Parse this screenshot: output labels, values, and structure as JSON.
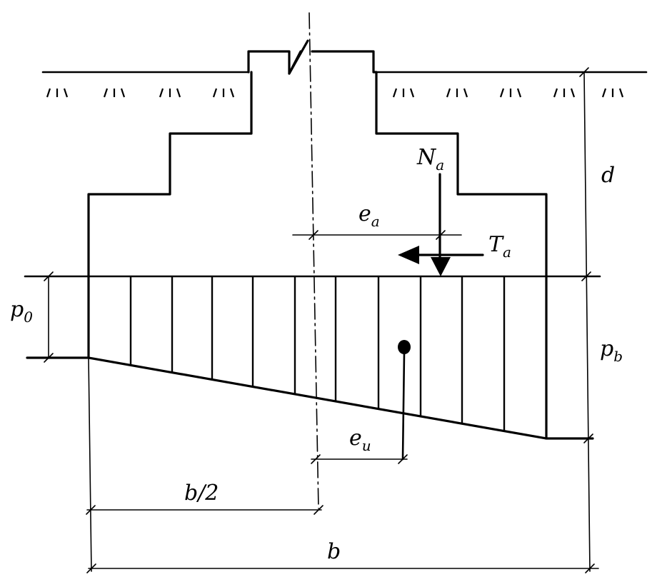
{
  "labels": {
    "N": {
      "main": "N",
      "sub": "a"
    },
    "T": {
      "main": "T",
      "sub": "a"
    },
    "e_a": {
      "main": "e",
      "sub": "a"
    },
    "e_u": {
      "main": "e",
      "sub": "u"
    },
    "d": {
      "main": "d"
    },
    "p0": {
      "main": "p",
      "sub": "0"
    },
    "pb": {
      "main": "p",
      "sub": "b"
    },
    "half_b": {
      "main": "b/2"
    },
    "b": {
      "main": "b"
    }
  },
  "colors": {
    "ink": "#000000",
    "paper": "#ffffff"
  }
}
